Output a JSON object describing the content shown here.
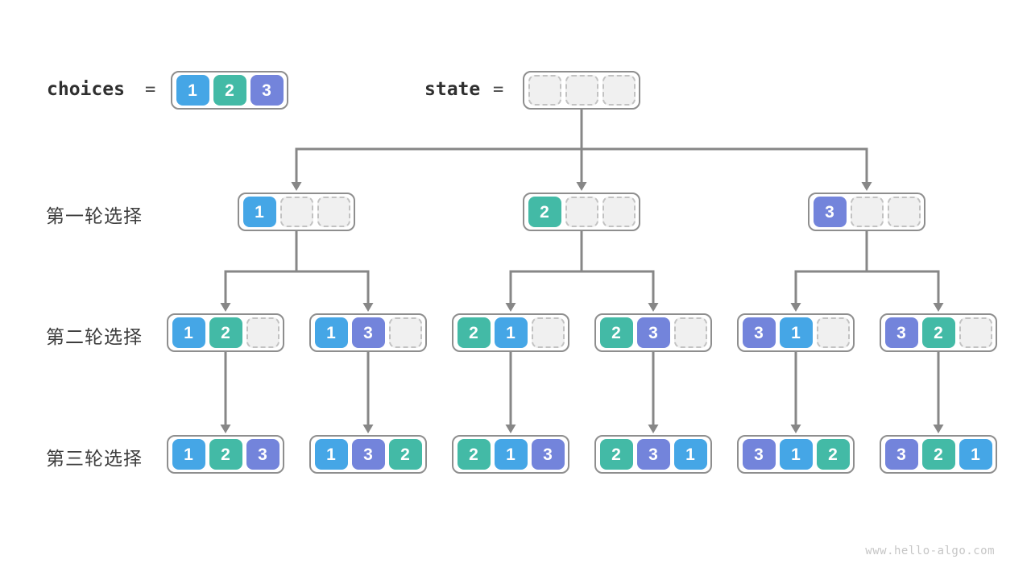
{
  "header": {
    "choices_label": "choices",
    "state_label": "state",
    "equals_sign": "=",
    "choices_cells": [
      "1",
      "2",
      "3"
    ],
    "state_cells": [
      "",
      "",
      ""
    ]
  },
  "tree": {
    "rows": [
      {
        "label": "第一轮选择",
        "nodes": [
          [
            "1",
            "",
            ""
          ],
          [
            "2",
            "",
            ""
          ],
          [
            "3",
            "",
            ""
          ]
        ]
      },
      {
        "label": "第二轮选择",
        "nodes": [
          [
            "1",
            "2",
            ""
          ],
          [
            "1",
            "3",
            ""
          ],
          [
            "2",
            "1",
            ""
          ],
          [
            "2",
            "3",
            ""
          ],
          [
            "3",
            "1",
            ""
          ],
          [
            "3",
            "2",
            ""
          ]
        ]
      },
      {
        "label": "第三轮选择",
        "nodes": [
          [
            "1",
            "2",
            "3"
          ],
          [
            "1",
            "3",
            "2"
          ],
          [
            "2",
            "1",
            "3"
          ],
          [
            "2",
            "3",
            "1"
          ],
          [
            "3",
            "1",
            "2"
          ],
          [
            "3",
            "2",
            "1"
          ]
        ]
      }
    ]
  },
  "colors": {
    "value_1": "#45a6e6",
    "value_2": "#43baa6",
    "value_3": "#7384db",
    "empty_fill": "#f0f0f0",
    "empty_border": "#c2c2c2",
    "box_border": "#8e8e8e",
    "arrow": "#878787"
  },
  "footer": {
    "watermark": "www.hello-algo.com"
  }
}
